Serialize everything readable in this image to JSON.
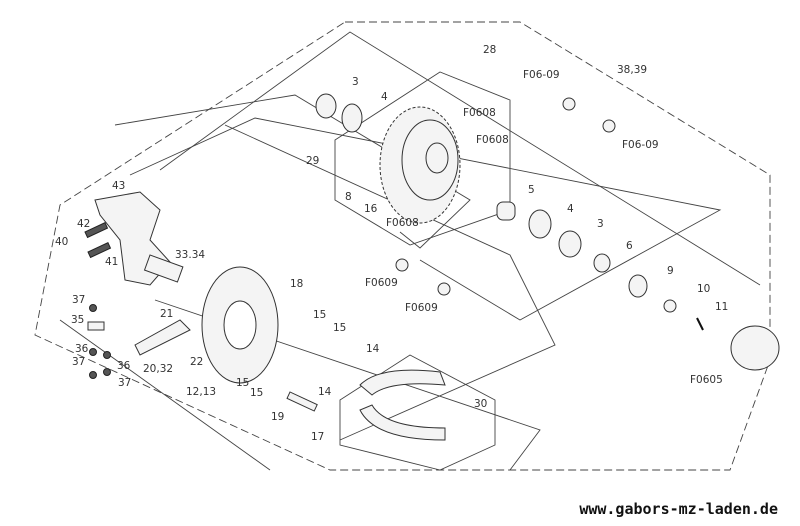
{
  "diagram": {
    "labels": {
      "l28": "28",
      "l3839": "38,39",
      "f0609a": "F06-09",
      "f0609b": "F06-09",
      "l3a": "3",
      "l4a": "4",
      "f0608a": "F0608",
      "f0608b": "F0608",
      "f0608c": "F0608",
      "l29": "29",
      "l8": "8",
      "l16": "16",
      "l5": "5",
      "l4b": "4",
      "l3b": "3",
      "l6": "6",
      "l9": "9",
      "l10": "10",
      "l11": "11",
      "f0605": "F0605",
      "f0609c": "F0609",
      "f0609d": "F0609",
      "l43": "43",
      "l42": "42",
      "l40": "40",
      "l41": "41",
      "l3334": "33.34",
      "l18": "18",
      "l15a": "15",
      "l15b": "15",
      "l14a": "14",
      "l15c": "15",
      "l15d": "15",
      "l14b": "14",
      "l21": "21",
      "l22": "22",
      "l2032": "20,32",
      "l1213": "12,13",
      "l19": "19",
      "l17": "17",
      "l30": "30",
      "l37a": "37",
      "l35": "35",
      "l36a": "36",
      "l37b": "37",
      "l36b": "36",
      "l37c": "37"
    }
  },
  "footer": {
    "url": "www.gabors-mz-laden.de"
  }
}
